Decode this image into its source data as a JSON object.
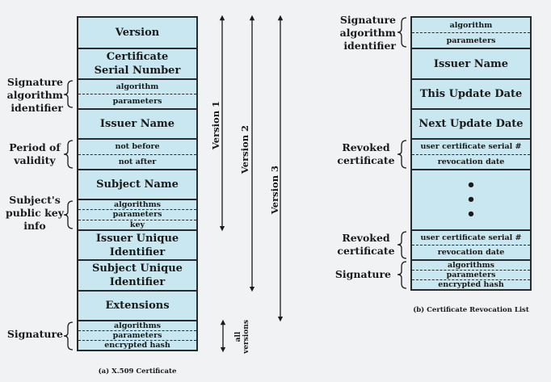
{
  "x509": {
    "caption": "(a) X.509 Certificate",
    "version": "Version",
    "serial": [
      "Certificate",
      "Serial Number"
    ],
    "sig_algo": {
      "algorithm": "algorithm",
      "parameters": "parameters"
    },
    "issuer": "Issuer Name",
    "validity": {
      "not_before": "not before",
      "not_after": "not after"
    },
    "subject": "Subject Name",
    "pubkey": {
      "algorithms": "algorithms",
      "parameters": "parameters",
      "key": "key"
    },
    "issuer_uid": [
      "Issuer Unique",
      "Identifier"
    ],
    "subject_uid": [
      "Subject Unique",
      "Identifier"
    ],
    "extensions": "Extensions",
    "signature": {
      "algorithms": "algorithms",
      "parameters": "parameters",
      "hash": "encrypted hash"
    },
    "labels": {
      "sig_algo_id": [
        "Signature",
        "algorithm",
        "identifier"
      ],
      "validity": [
        "Period of",
        "validity"
      ],
      "pubkey": [
        "Subject's",
        "public key",
        "info"
      ],
      "signature": "Signature"
    },
    "versions": {
      "v1": "Version 1",
      "v2": "Version 2",
      "v3": "Version 3",
      "all": [
        "all",
        "versions"
      ]
    }
  },
  "crl": {
    "caption": "(b) Certificate Revocation List",
    "sig_algo": {
      "algorithm": "algorithm",
      "parameters": "parameters"
    },
    "issuer": "Issuer Name",
    "this_update": "This Update Date",
    "next_update": "Next Update Date",
    "revoked1": {
      "serial": "user certificate serial #",
      "date": "revocation date"
    },
    "ellipsis": "•",
    "revoked2": {
      "serial": "user certificate serial #",
      "date": "revocation date"
    },
    "signature": {
      "algorithms": "algorithms",
      "parameters": "parameters",
      "hash": "encrypted hash"
    },
    "labels": {
      "sig_algo_id": [
        "Signature",
        "algorithm",
        "identifier"
      ],
      "revoked1": [
        "Revoked",
        "certificate"
      ],
      "revoked2": [
        "Revoked",
        "certificate"
      ],
      "signature": "Signature"
    }
  },
  "colors": {
    "cell_fill": "#c9e7f0",
    "background": "#f0f2f3",
    "ink": "#2a2a2a"
  }
}
